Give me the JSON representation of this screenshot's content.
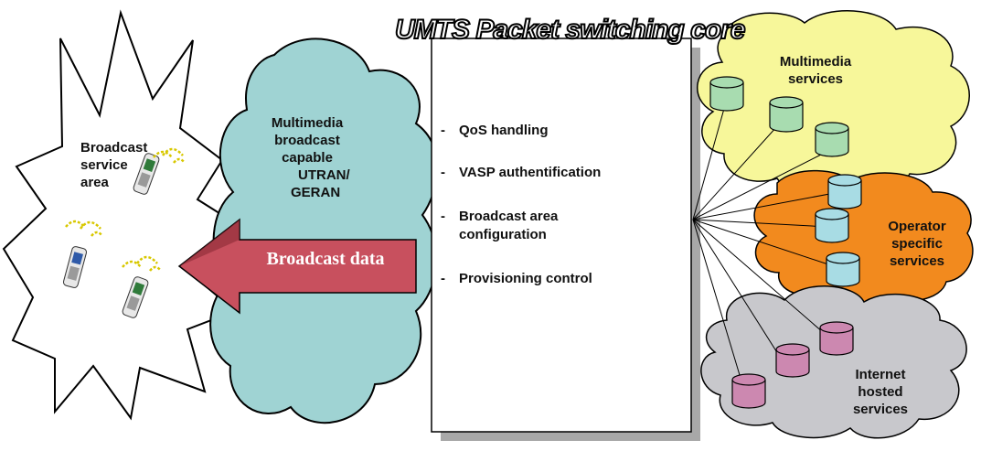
{
  "broadcast_area": {
    "label_lines": [
      "Broadcast",
      "service",
      "area"
    ]
  },
  "ran": {
    "label_lines": [
      "Multimedia",
      "broadcast",
      "capable"
    ],
    "label_lines2": [
      "UTRAN/",
      "GERAN"
    ]
  },
  "arrow": {
    "label": "Broadcast data"
  },
  "core": {
    "title": "UMTS  Packet switching core",
    "items": [
      {
        "dash": "-",
        "lines": [
          "QoS handling"
        ]
      },
      {
        "dash": "-",
        "lines": [
          "VASP authentification"
        ]
      },
      {
        "dash": "-",
        "lines": [
          "Broadcast area",
          "configuration"
        ]
      },
      {
        "dash": "-",
        "lines": [
          "Provisioning control"
        ]
      }
    ]
  },
  "clouds": {
    "multimedia": {
      "lines": [
        "Multimedia",
        "services"
      ],
      "color": "#f7f79a"
    },
    "operator": {
      "lines": [
        "Operator",
        "specific",
        "services"
      ],
      "color": "#f28a1e"
    },
    "internet": {
      "lines": [
        "Internet",
        "hosted",
        "services"
      ],
      "color": "#c8c8cc"
    }
  },
  "colors": {
    "ran_cloud": "#9fd3d3",
    "arrow_fill": "#c8505e",
    "db_green": "#a8dcb0",
    "db_cyan": "#a8dce4",
    "db_pink": "#cc88b0"
  }
}
